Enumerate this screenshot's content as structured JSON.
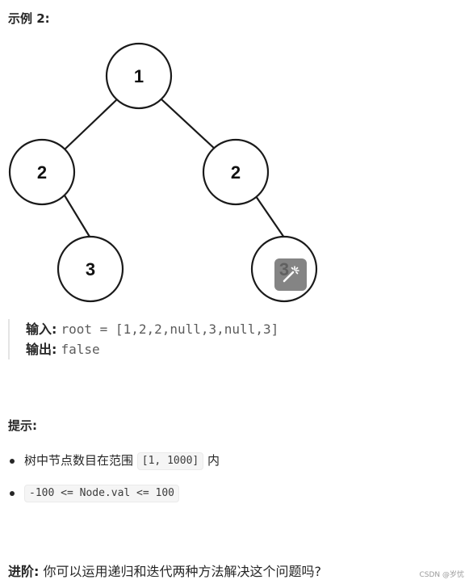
{
  "example": {
    "title": "示例 2:",
    "tree": {
      "nodes": [
        {
          "id": "root",
          "value": "1"
        },
        {
          "id": "left",
          "value": "2"
        },
        {
          "id": "right",
          "value": "2"
        },
        {
          "id": "left-right",
          "value": "3"
        },
        {
          "id": "right-right",
          "value": "3"
        }
      ]
    },
    "input_label": "输入:",
    "input_value": "root = [1,2,2,null,3,null,3]",
    "output_label": "输出:",
    "output_value": "false"
  },
  "overlay": {
    "magic_icon": "magic-wand-icon",
    "color": "#6e6e6e"
  },
  "hints": {
    "title": "提示:",
    "items": [
      {
        "prefix": "树中节点数目在范围 ",
        "code": "[1, 1000]",
        "suffix": " 内"
      },
      {
        "prefix": "",
        "code": "-100 <= Node.val <= 100",
        "suffix": ""
      }
    ]
  },
  "advanced": {
    "label": "进阶:",
    "text": "你可以运用递归和迭代两种方法解决这个问题吗?"
  },
  "watermark": "CSDN @岁忧"
}
